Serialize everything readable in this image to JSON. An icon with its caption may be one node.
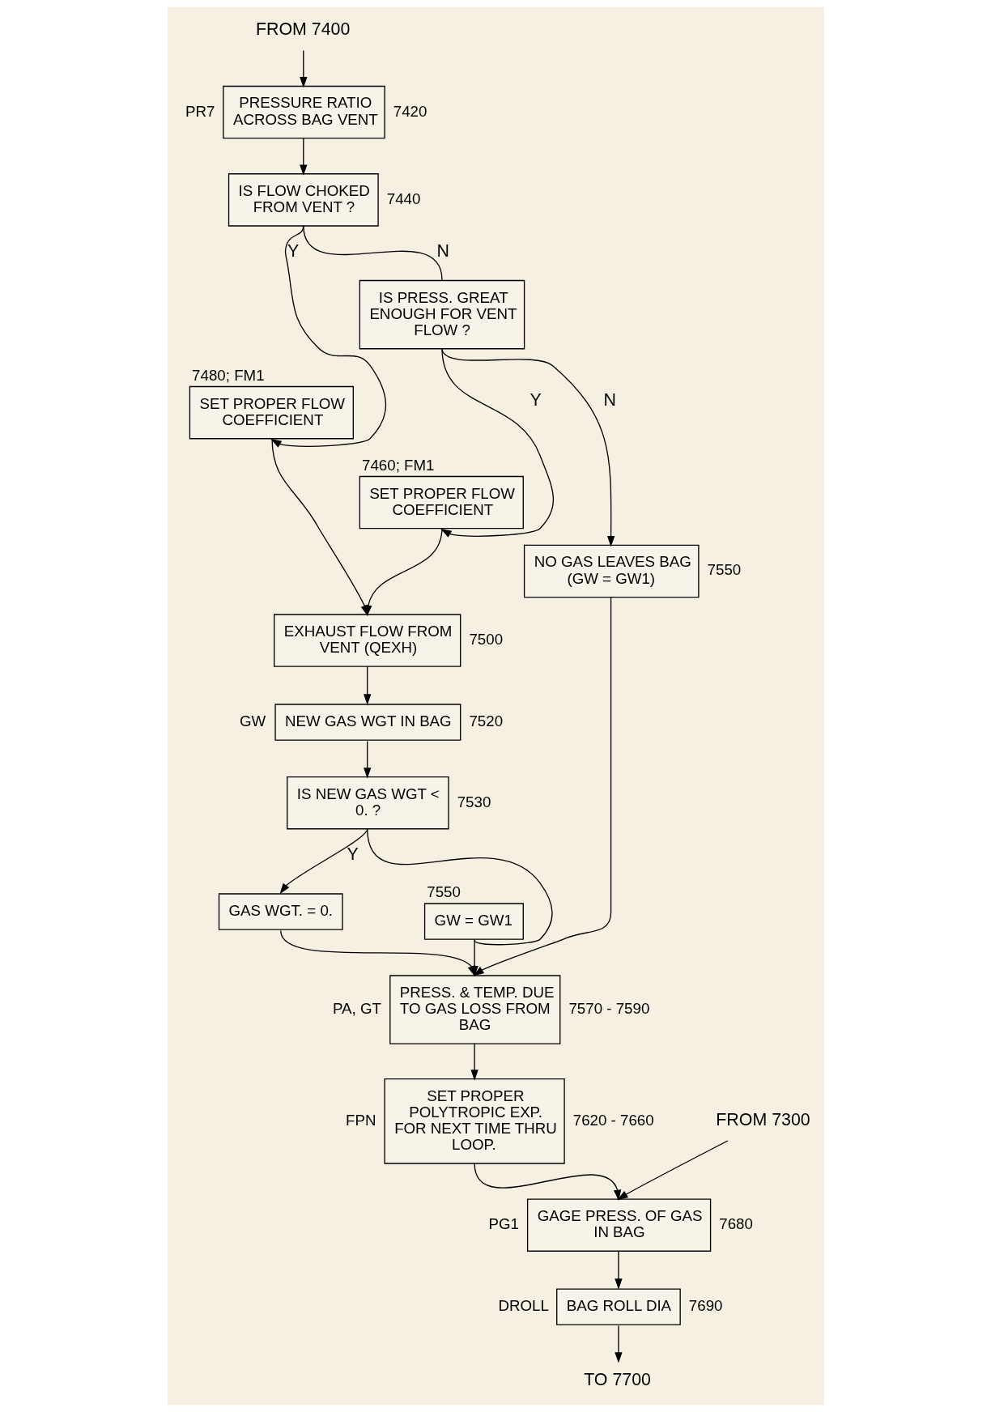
{
  "diagram": {
    "nodes": [
      {
        "text": [
          "FROM 7400"
        ]
      },
      {
        "text": [
          "PRESSURE RATIO ACROSS BAG VENT"
        ],
        "beside": [
          "PR7",
          "7420"
        ]
      },
      {
        "text": [
          "IS FLOW CHOKED FROM VENT ?"
        ],
        "beside": [
          "7440"
        ]
      },
      {
        "text": [
          "7480; FM1",
          "SET PROPER FLOW COEFFICIENT"
        ]
      },
      {
        "text": [
          "IS PRESS. GREAT ENOUGH FOR VENT FLOW ?"
        ]
      },
      {
        "text": [
          "7460; FM1",
          "SET PROPER FLOW COEFFICIENT"
        ]
      },
      {
        "text": [
          "EXHAUST FLOW FROM VENT (QEXH)"
        ],
        "beside": [
          "7500"
        ]
      },
      {
        "text": [
          "NO GAS LEAVES BAG (GW = GW1)"
        ],
        "beside": [
          "7550"
        ]
      },
      {
        "text": [
          "NEW GAS WGT IN BAG"
        ],
        "beside": [
          "GW",
          "7520"
        ]
      },
      {
        "text": [
          "IS NEW GAS WGT < 0. ?"
        ],
        "beside": [
          "7530"
        ]
      },
      {
        "text": [
          "GAS WGT. = 0."
        ]
      },
      {
        "text": [
          "7550",
          "GW = GW1"
        ]
      },
      {
        "text": [
          "PRESS. & TEMP. DUE TO GAS LOSS FROM BAG"
        ],
        "beside": [
          "PA, GT",
          "7570 - 7590"
        ]
      },
      {
        "text": [
          "SET PROPER POLYTROPIC EXP. FOR NEXT TIME THRU LOOP."
        ],
        "beside": [
          "FPN",
          "7620 - 7660"
        ]
      },
      {
        "text": [
          "FROM 7300"
        ]
      },
      {
        "text": [
          "GAGE PRESS. OF GAS IN BAG"
        ],
        "beside": [
          "PG1",
          "7680"
        ]
      },
      {
        "text": [
          "BAG ROLL DIA"
        ],
        "beside": [
          "DROLL",
          "7690"
        ]
      },
      {
        "text": [
          "TO 7700"
        ]
      }
    ],
    "edges": [
      {
        "from": 0,
        "to": 1,
        "arrow": "to"
      },
      {
        "from": 1,
        "to": 2,
        "arrow": "to"
      },
      {
        "from": 2,
        "to": 3,
        "arrow": "to",
        "label": "Y"
      },
      {
        "from": 2,
        "to": 4,
        "arrow": "none",
        "label": "N"
      },
      {
        "from": 4,
        "to": 5,
        "arrow": "to",
        "label": "Y"
      },
      {
        "from": 4,
        "to": 7,
        "arrow": "to",
        "label": "N"
      },
      {
        "from": 3,
        "to": 6,
        "arrow": "to"
      },
      {
        "from": 5,
        "to": 6,
        "arrow": "to"
      },
      {
        "from": 6,
        "to": 8,
        "arrow": "to"
      },
      {
        "from": 8,
        "to": 9,
        "arrow": "to"
      },
      {
        "from": 9,
        "to": 10,
        "arrow": "to",
        "label": "Y"
      },
      {
        "from": 9,
        "to": 11,
        "arrow": "none"
      },
      {
        "from": 10,
        "to": 12,
        "arrow": "to"
      },
      {
        "from": 11,
        "to": 12,
        "arrow": "to"
      },
      {
        "from": 7,
        "to": 12,
        "arrow": "to"
      },
      {
        "from": 12,
        "to": 13,
        "arrow": "to"
      },
      {
        "from": 13,
        "to": 15,
        "arrow": "to"
      },
      {
        "from": 14,
        "to": 15,
        "arrow": "to"
      },
      {
        "from": 15,
        "to": 16,
        "arrow": "to"
      },
      {
        "from": 16,
        "to": 17,
        "arrow": "to"
      }
    ]
  }
}
